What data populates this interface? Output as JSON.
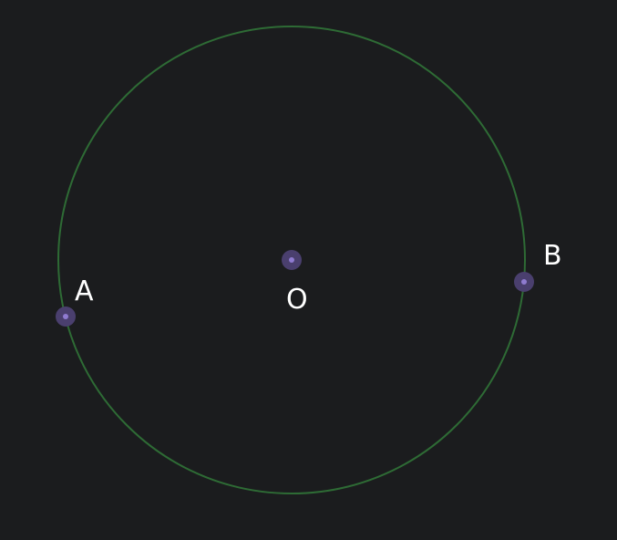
{
  "colors": {
    "background": "#1b1c1e",
    "circle": "#2e6b35",
    "point_halo": "#4a3f6e",
    "point_core": "#8f7bd0",
    "label": "#ffffff"
  },
  "points": {
    "center": {
      "label": "O"
    },
    "a": {
      "label": "A"
    },
    "b": {
      "label": "B"
    }
  }
}
